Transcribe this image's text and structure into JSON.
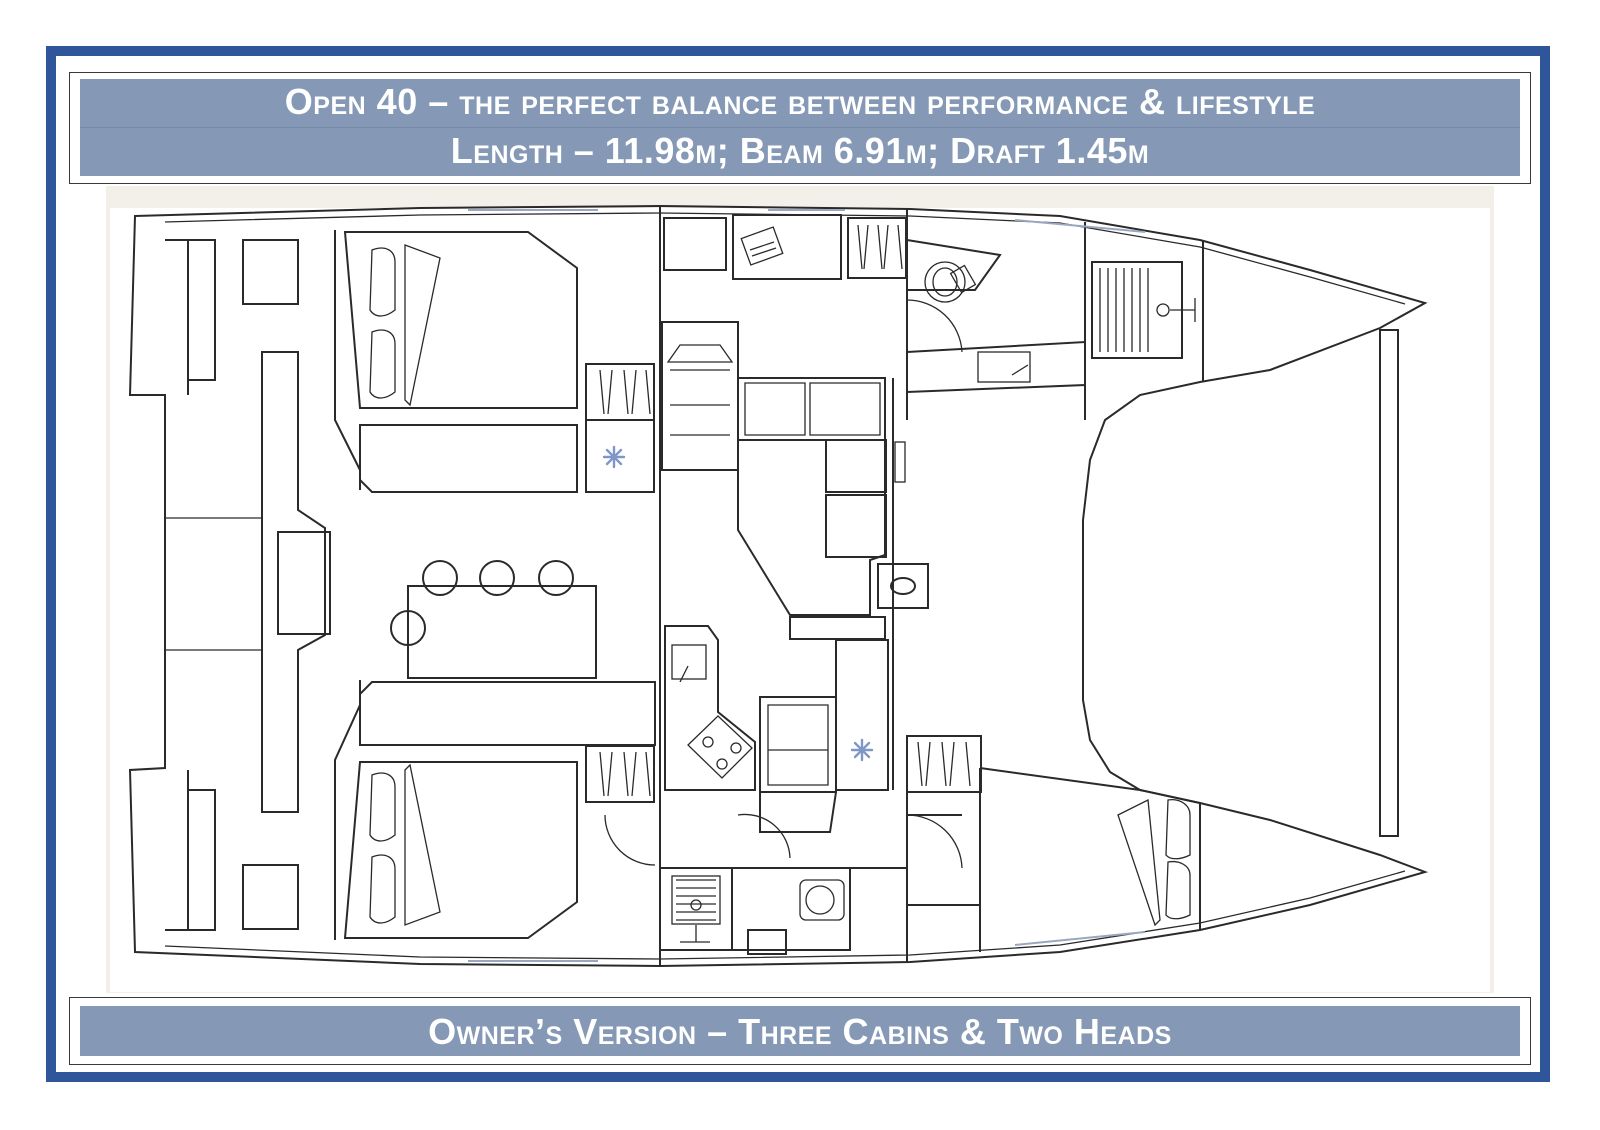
{
  "header": {
    "line1": "Open 40 – the perfect balance between performance & lifestyle",
    "line2": "Length – 11.98m; Beam 6.91m; Draft 1.45m"
  },
  "footer": {
    "caption": "Owner’s Version – Three Cabins & Two Heads"
  },
  "colors": {
    "frame": "#2f569a",
    "band": "#8599b6",
    "band_text": "#ffffff",
    "plan_background": "#f3efe9",
    "fridge_icon": "#7f97c7"
  },
  "icons": [
    "snowflake-icon",
    "toilet-icon",
    "sink-icon",
    "cooktop-icon",
    "chair-icon",
    "shower-icon",
    "computer-icon"
  ]
}
